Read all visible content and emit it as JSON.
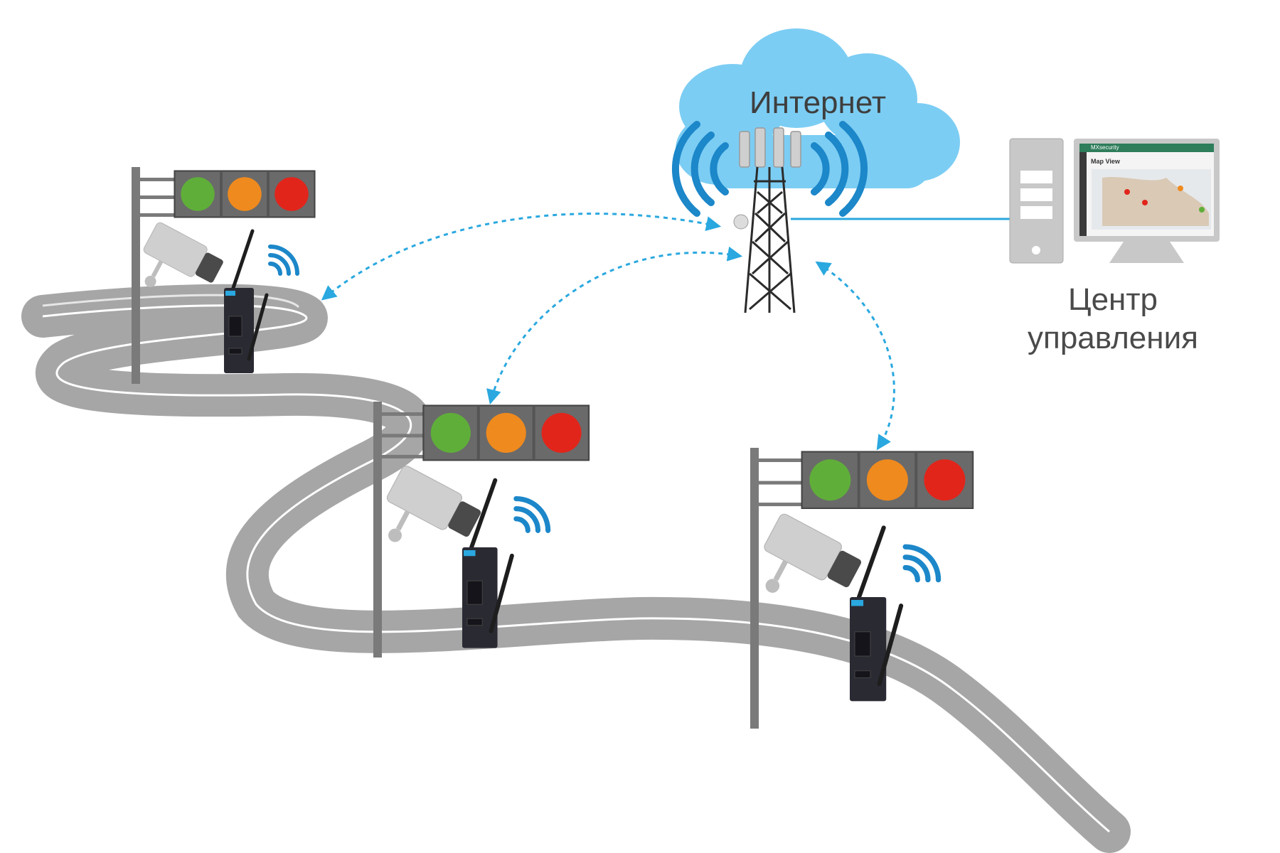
{
  "cloud": {
    "label": "Интернет",
    "color": "#7ccdf3"
  },
  "control_center": {
    "label_line1": "Центр",
    "label_line2": "управления",
    "screen_header": "MXsecurity",
    "screen_view": "Map View"
  },
  "intersections": [
    {
      "name": "intersection-1",
      "lights": [
        "green",
        "orange",
        "red"
      ]
    },
    {
      "name": "intersection-2",
      "lights": [
        "green",
        "orange",
        "red"
      ]
    },
    {
      "name": "intersection-3",
      "lights": [
        "green",
        "orange",
        "red"
      ]
    }
  ],
  "colors": {
    "light_green": "#5fae3a",
    "light_orange": "#ef8a1e",
    "light_red": "#e1251b",
    "signal_blue": "#1c87c9",
    "link_blue": "#2aa8df",
    "road": "#a6a6a6",
    "pole": "#7a7a7a"
  }
}
